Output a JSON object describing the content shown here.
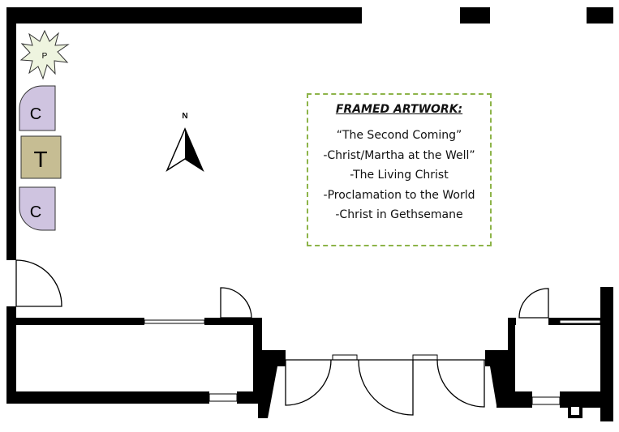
{
  "furniture": {
    "podium_label": "P",
    "chair_top_label": "C",
    "table_label": "T",
    "chair_bottom_label": "C"
  },
  "compass": {
    "north_label": "N"
  },
  "artwork": {
    "title": "FRAMED ARTWORK:",
    "items": [
      "“The Second Coming”",
      "-Christ/Martha at the Well”",
      "-The Living Christ",
      "-Proclamation to the World",
      "-Christ in Gethsemane"
    ]
  },
  "colors": {
    "wall": "#000000",
    "chair_fill": "#cfc4e0",
    "table_fill": "#c6bd93",
    "podium_fill": "#eef4df",
    "frame_border": "#8db449"
  }
}
